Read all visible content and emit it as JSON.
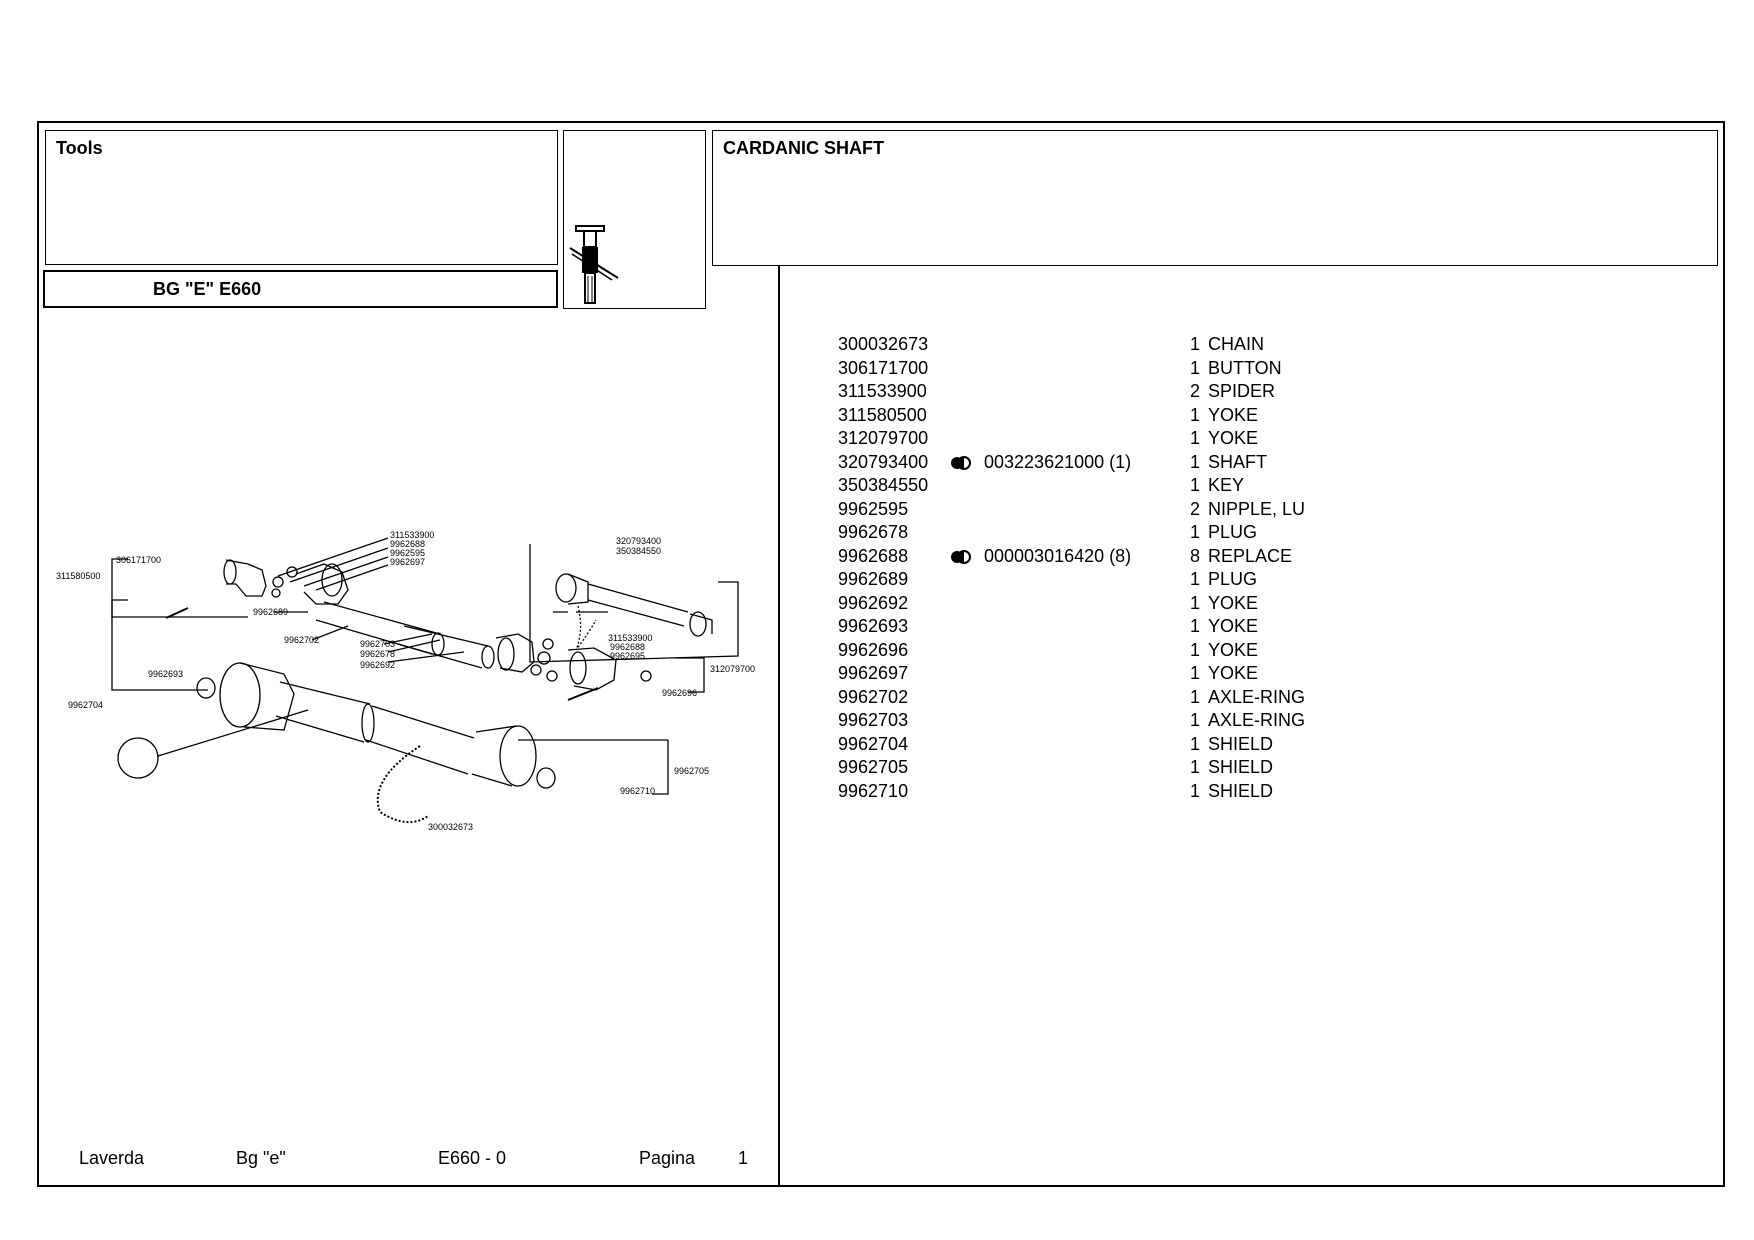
{
  "header": {
    "left_title": "Tools",
    "model": "BG \"E\" E660",
    "right_title": "CARDANIC SHAFT"
  },
  "parts": [
    {
      "number": "300032673",
      "replace": "",
      "qty": "1",
      "desc": "CHAIN"
    },
    {
      "number": "306171700",
      "replace": "",
      "qty": "1",
      "desc": "BUTTON"
    },
    {
      "number": "311533900",
      "replace": "",
      "qty": "2",
      "desc": "SPIDER"
    },
    {
      "number": "311580500",
      "replace": "",
      "qty": "1",
      "desc": "YOKE"
    },
    {
      "number": "312079700",
      "replace": "",
      "qty": "1",
      "desc": "YOKE"
    },
    {
      "number": "320793400",
      "replace": "003223621000  (1)",
      "qty": "1",
      "desc": "SHAFT"
    },
    {
      "number": "350384550",
      "replace": "",
      "qty": "1",
      "desc": "KEY"
    },
    {
      "number": "9962595",
      "replace": "",
      "qty": "2",
      "desc": "NIPPLE, LU"
    },
    {
      "number": "9962678",
      "replace": "",
      "qty": "1",
      "desc": "PLUG"
    },
    {
      "number": "9962688",
      "replace": "000003016420  (8)",
      "qty": "8",
      "desc": "REPLACE"
    },
    {
      "number": "9962689",
      "replace": "",
      "qty": "1",
      "desc": "PLUG"
    },
    {
      "number": "9962692",
      "replace": "",
      "qty": "1",
      "desc": "YOKE"
    },
    {
      "number": "9962693",
      "replace": "",
      "qty": "1",
      "desc": "YOKE"
    },
    {
      "number": "9962696",
      "replace": "",
      "qty": "1",
      "desc": "YOKE"
    },
    {
      "number": "9962697",
      "replace": "",
      "qty": "1",
      "desc": "YOKE"
    },
    {
      "number": "9962702",
      "replace": "",
      "qty": "1",
      "desc": "AXLE-RING"
    },
    {
      "number": "9962703",
      "replace": "",
      "qty": "1",
      "desc": "AXLE-RING"
    },
    {
      "number": "9962704",
      "replace": "",
      "qty": "1",
      "desc": "SHIELD"
    },
    {
      "number": "9962705",
      "replace": "",
      "qty": "1",
      "desc": "SHIELD"
    },
    {
      "number": "9962710",
      "replace": "",
      "qty": "1",
      "desc": "SHIELD"
    }
  ],
  "diagram_labels": {
    "l320793400": "320793400",
    "l350384550": "350384550",
    "l311533900a": "311533900",
    "l9962688a": "9962688",
    "l9962595": "9962595",
    "l9962697": "9962697",
    "l306171700": "306171700",
    "l311580500": "311580500",
    "l9962689": "9962689",
    "l9962702": "9962702",
    "l9962703": "9962703",
    "l9962678": "9962678",
    "l9962692": "9962692",
    "l311533900b": "311533900",
    "l9962688b": "9962688",
    "l9962695": "9962695",
    "l312079700": "312079700",
    "l9962696": "9962696",
    "l9962693": "9962693",
    "l9962704": "9962704",
    "l9962705": "9962705",
    "l9962710": "9962710",
    "l300032673": "300032673"
  },
  "footer": {
    "brand": "Laverda",
    "model": "Bg \"e\"",
    "code": "E660 - 0",
    "page_label": "Pagina",
    "page_number": "1"
  }
}
